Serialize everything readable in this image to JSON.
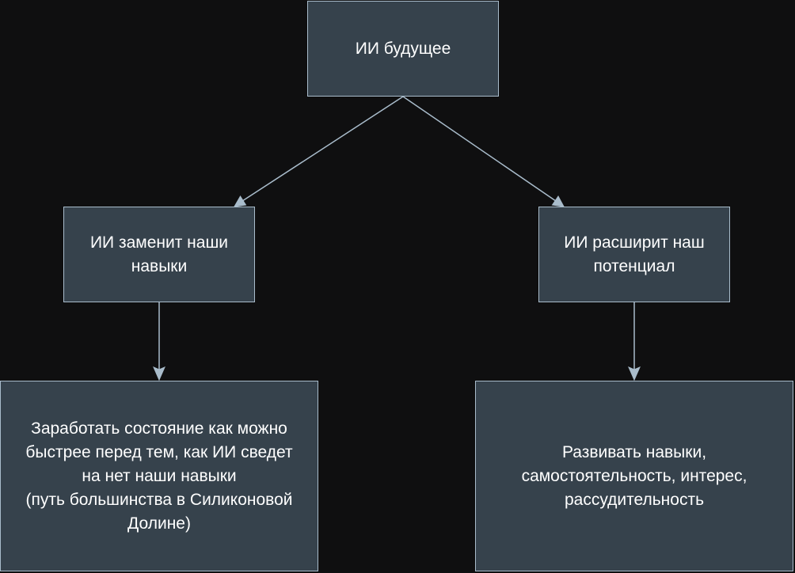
{
  "diagram": {
    "nodes": {
      "root": {
        "label": "ИИ будущее"
      },
      "left": {
        "label": "ИИ заменит наши\nнавыки"
      },
      "right": {
        "label": "ИИ расширит наш\nпотенциал"
      },
      "left_child": {
        "label": "Заработать состояние как можно\nбыстрее перед тем, как ИИ сведет\nна нет наши навыки\n(путь большинства в Силиконовой\nДолине)"
      },
      "right_child": {
        "label": "Развивать навыки,\nсамостоятельность,  интерес,\nрассудительность"
      }
    },
    "edges": [
      {
        "from": "root",
        "to": "left"
      },
      {
        "from": "root",
        "to": "right"
      },
      {
        "from": "left",
        "to": "left_child"
      },
      {
        "from": "right",
        "to": "right_child"
      }
    ],
    "colors": {
      "background": "#0f0f10",
      "node_fill": "#36424c",
      "node_border": "#a9bccb",
      "edge": "#a9bccb",
      "text": "#ffffff"
    }
  }
}
